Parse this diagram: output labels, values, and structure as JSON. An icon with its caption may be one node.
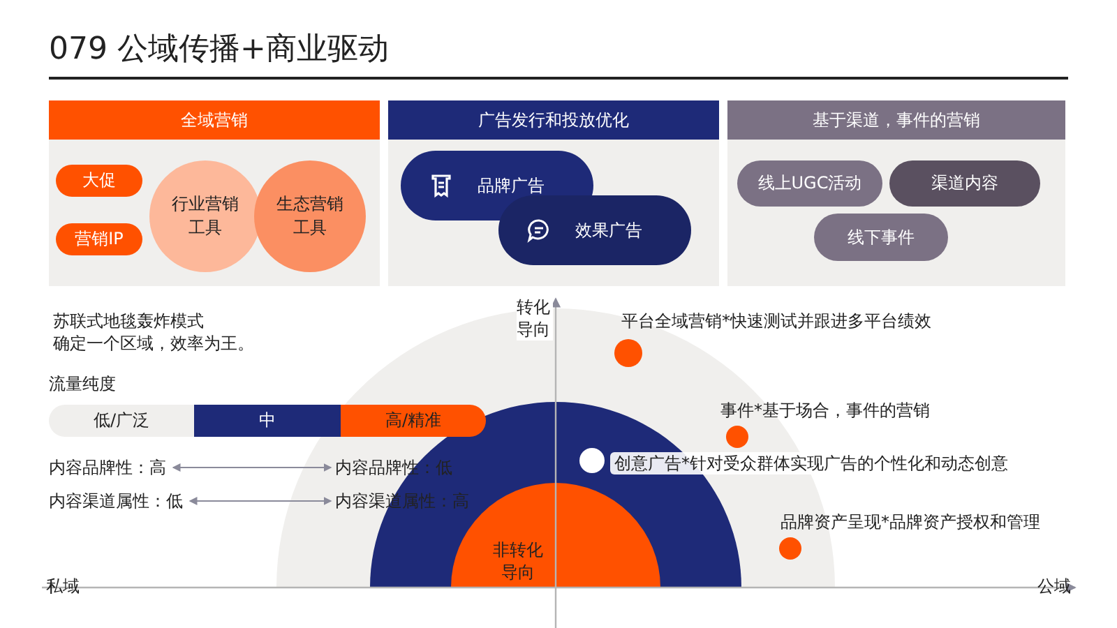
{
  "diagram": {
    "title": "079 公域传播+商业驱动",
    "nodes": [
      {
        "text": [
          "全域营销"
        ]
      },
      {
        "text": [
          "大促"
        ],
        "in": 0
      },
      {
        "text": [
          "营销IP"
        ],
        "in": 0
      },
      {
        "text": [
          "行业营销工具"
        ],
        "in": 0
      },
      {
        "text": [
          "生态营销工具"
        ],
        "in": 0
      },
      {
        "text": [
          "广告发行和投放优化"
        ]
      },
      {
        "text": [
          "品牌广告"
        ],
        "in": 5
      },
      {
        "text": [
          "效果广告"
        ],
        "in": 5
      },
      {
        "text": [
          "基于渠道，事件的营销"
        ]
      },
      {
        "text": [
          "线上UGC活动"
        ],
        "in": 8
      },
      {
        "text": [
          "渠道内容"
        ],
        "in": 8
      },
      {
        "text": [
          "线下事件"
        ],
        "in": 8
      },
      {
        "text": [
          "低/广泛"
        ]
      },
      {
        "text": [
          "中"
        ]
      },
      {
        "text": [
          "高/精准"
        ]
      },
      {
        "text": [
          "内容品牌性：高"
        ]
      },
      {
        "text": [
          "内容品牌性：低"
        ]
      },
      {
        "text": [
          "内容渠道属性：低"
        ]
      },
      {
        "text": [
          "内容渠道属性：高"
        ]
      },
      {
        "text": [
          "非转化导向"
        ]
      }
    ],
    "edges": [
      {
        "from": 15,
        "to": 16,
        "arrow": "both"
      },
      {
        "from": 17,
        "to": 18,
        "arrow": "both"
      }
    ],
    "labels": [
      "苏联式地毯轰炸模式",
      "确定一个区域，效率为王。",
      "流量纯度",
      "转化导向",
      "平台全域营销*快速测试并跟进多平台绩效",
      "事件*基于场合，事件的营销",
      "创意广告*针对受众群体实现广告的个性化和动态创意",
      "品牌资产呈现*品牌资产授权和管理",
      "私域",
      "公域"
    ]
  }
}
